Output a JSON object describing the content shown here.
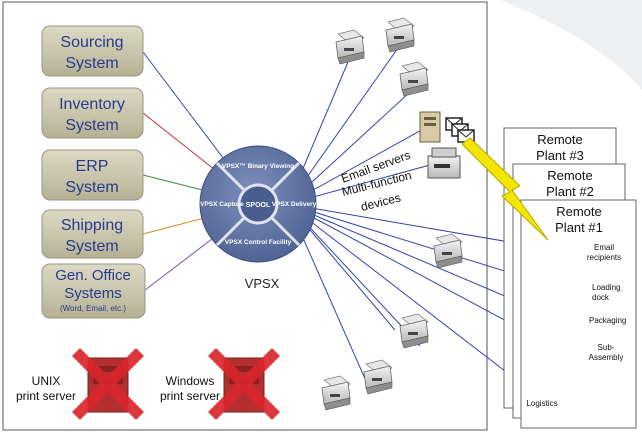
{
  "sources": [
    {
      "line1": "Sourcing",
      "line2": "System",
      "line3": "",
      "color": "#3b4a9a"
    },
    {
      "line1": "Inventory",
      "line2": "System",
      "line3": "",
      "color": "#c0393b"
    },
    {
      "line1": "ERP",
      "line2": "System",
      "line3": "",
      "color": "#3a8a3a"
    },
    {
      "line1": "Shipping",
      "line2": "System",
      "line3": "",
      "color": "#d68a1c"
    },
    {
      "line1": "Gen. Office",
      "line2": "Systems",
      "line3": "(Word, Email, etc.)",
      "color": "#7a52a8"
    }
  ],
  "hub": {
    "top": "VPSX™ Binary Viewing",
    "left": "VPSX Capture",
    "right": "VPSX Delivery",
    "bottom": "VPSX Control Facility",
    "center": "SPOOL",
    "caption": "VPSX"
  },
  "outputs": {
    "email_servers": "Email servers",
    "multifunction": "Multi-function devices"
  },
  "legacy": {
    "unix": "UNIX print server",
    "windows": "Windows print server"
  },
  "plants": [
    {
      "title": "Remote Plant #3"
    },
    {
      "title": "Remote Plant #2"
    },
    {
      "title": "Remote Plant #1"
    }
  ],
  "plant1_items": [
    "Email recipients",
    "Loading dock",
    "Packaging",
    "Sub-Assembly",
    "Logistics"
  ],
  "colors": {
    "box_fill": "#c9c5ad",
    "box_text": "#2a3a8c",
    "hub": "#5a6e9e",
    "line": "#3344aa",
    "cross": "#d8262b",
    "lightning": "#f2e600"
  }
}
